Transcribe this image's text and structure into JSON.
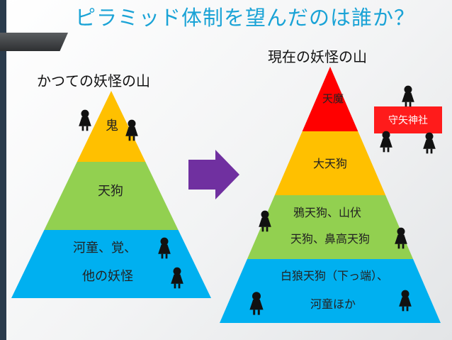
{
  "title": "ピラミッド体制を望んだのは誰か？",
  "old_label": "かつての妖怪の山",
  "new_label": "現在の妖怪の山",
  "old_levels": [
    {
      "lines": [
        "鬼"
      ],
      "color": "#ffc000"
    },
    {
      "lines": [
        "天狗"
      ],
      "color": "#92d050"
    },
    {
      "lines": [
        "河童、覚、",
        "他の妖怪"
      ],
      "color": "#00b0f0"
    }
  ],
  "new_levels": [
    {
      "lines": [
        "天魔"
      ],
      "color": "#ff0000"
    },
    {
      "lines": [
        "大天狗"
      ],
      "color": "#ffc000"
    },
    {
      "lines": [
        "鴉天狗、山伏",
        "天狗、鼻高天狗"
      ],
      "color": "#92d050"
    },
    {
      "lines": [
        "白狼天狗（下っ端）、",
        "河童ほか"
      ],
      "color": "#00b0f0"
    }
  ],
  "badge": {
    "label": "守矢神社",
    "color": "#ff1b1b"
  },
  "arrow_color": "#7030a0",
  "icons": [
    "character-silhouette-icon",
    "arrow-right-icon"
  ]
}
